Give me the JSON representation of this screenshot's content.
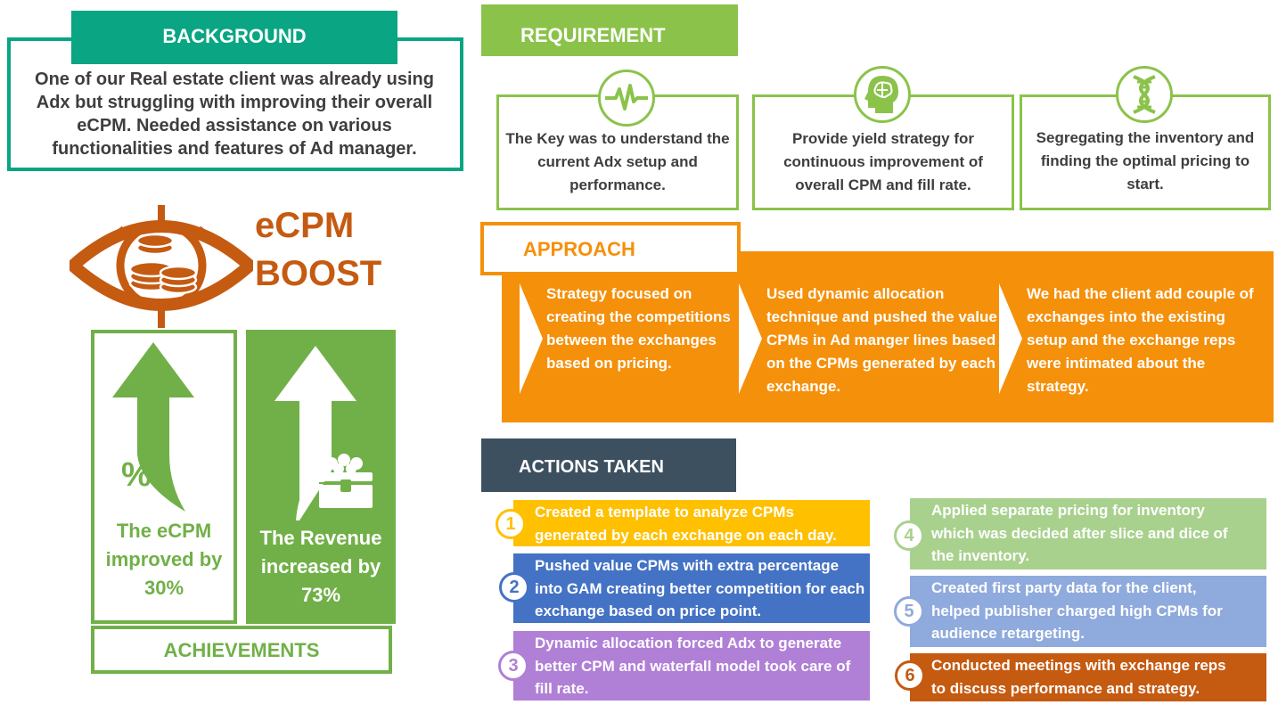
{
  "background": {
    "heading": "BACKGROUND",
    "text": "One of our Real estate client was already using Adx but struggling with improving their overall eCPM. Needed assistance on various functionalities and features of Ad manager."
  },
  "boost": {
    "line1": "eCPM",
    "line2": "BOOST"
  },
  "achievements": {
    "heading": "ACHIEVEMENTS",
    "ecpm": {
      "symbol": "%",
      "text": "The eCPM improved by 30%"
    },
    "revenue": {
      "text": "The Revenue increased by 73%"
    }
  },
  "requirement": {
    "heading": "REQUIREMENT",
    "cards": [
      {
        "icon": "pulse-icon",
        "text": "The Key was to understand the current Adx setup and performance."
      },
      {
        "icon": "brain-head-icon",
        "text": "Provide yield strategy for continuous improvement of overall CPM and fill rate."
      },
      {
        "icon": "dna-icon",
        "text": "Segregating the inventory and finding the optimal pricing to start."
      }
    ]
  },
  "approach": {
    "heading": "APPROACH",
    "steps": [
      "Strategy focused on creating the competitions between the exchanges based on pricing.",
      "Used dynamic allocation technique and pushed the value CPMs in Ad manger lines based on the CPMs generated by each exchange.",
      "We had the client add couple of exchanges into the existing setup and the exchange reps were intimated about the strategy."
    ]
  },
  "actions": {
    "heading": "ACTIONS TAKEN",
    "items": [
      {
        "num": "1",
        "text": "Created a template to analyze CPMs generated by each exchange on each day.",
        "color": "#ffc000"
      },
      {
        "num": "2",
        "text": "Pushed value CPMs with extra percentage into GAM creating better competition for each exchange based on price point.",
        "color": "#4472c4"
      },
      {
        "num": "3",
        "text": "Dynamic allocation forced Adx to generate better CPM and waterfall model took care of fill rate.",
        "color": "#b07fd6"
      },
      {
        "num": "4",
        "text": "Applied separate pricing for inventory which was decided after slice and dice of the inventory.",
        "color": "#a9d18e"
      },
      {
        "num": "5",
        "text": "Created first party data for the client, helped publisher charged high CPMs for audience retargeting.",
        "color": "#8faadc"
      },
      {
        "num": "6",
        "text": "Conducted meetings with exchange reps to discuss performance and strategy.",
        "color": "#c55a11"
      }
    ]
  },
  "colors": {
    "teal": "#0aa582",
    "green": "#8bc34a",
    "achievement_green": "#71b048",
    "orange": "#f5900b",
    "rust": "#c55a11",
    "slate": "#3d5060"
  }
}
